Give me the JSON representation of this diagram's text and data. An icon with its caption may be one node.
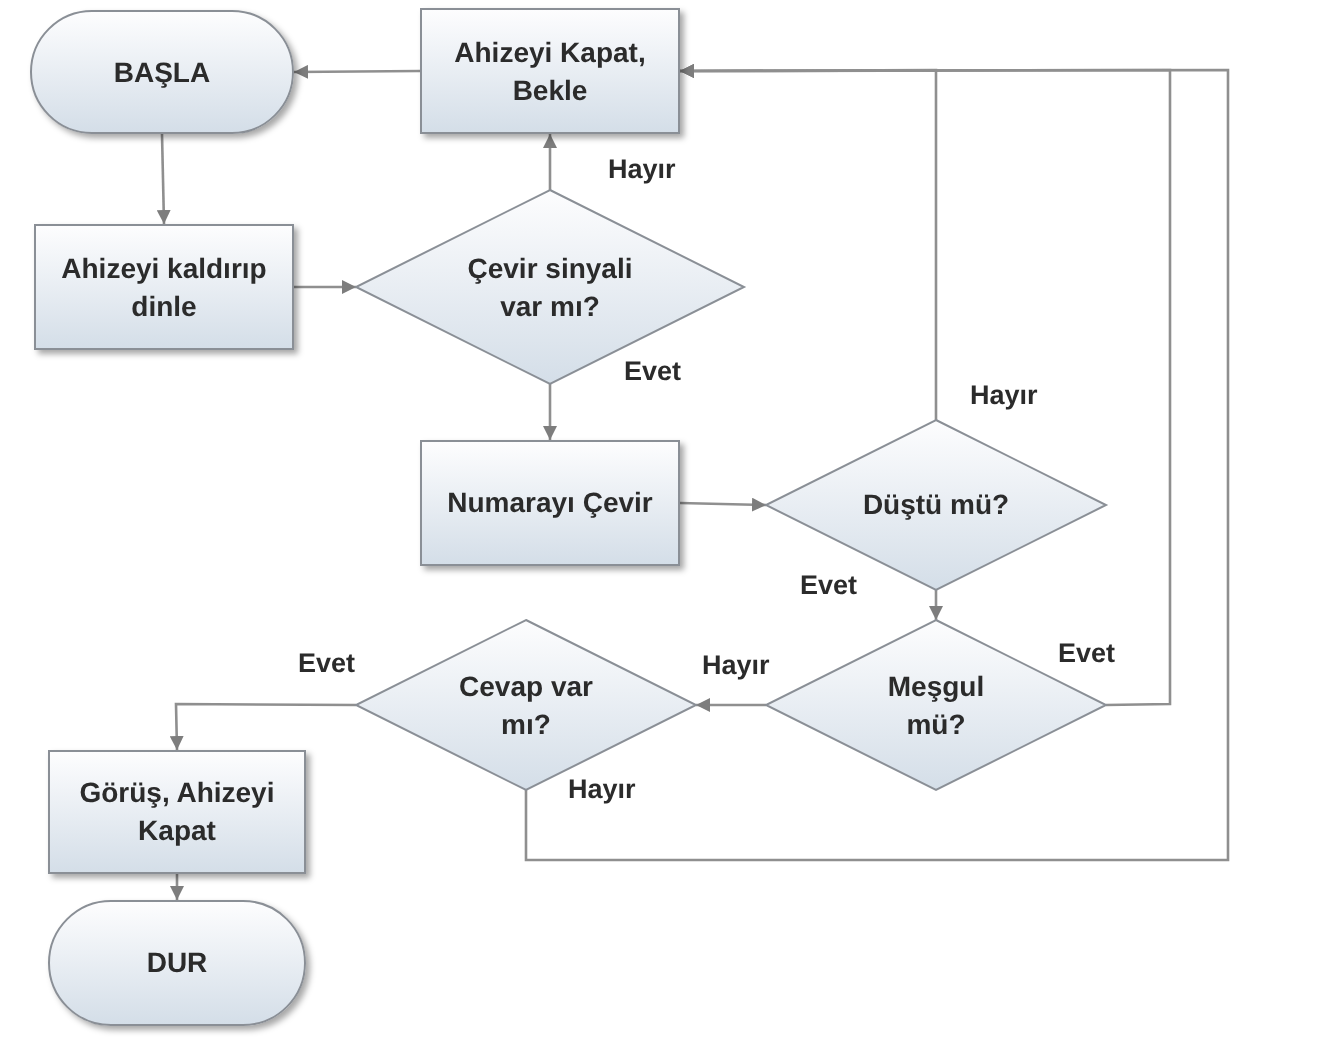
{
  "diagram": {
    "nodes": [
      {
        "text": [
          "BAŞLA"
        ]
      },
      {
        "text": [
          "Ahizeyi Kapat, Bekle"
        ]
      },
      {
        "text": [
          "Ahizeyi kaldırıp dinle"
        ]
      },
      {
        "text": [
          "Çevir sinyali var mı?"
        ]
      },
      {
        "text": [
          "Numarayı Çevir"
        ]
      },
      {
        "text": [
          "Düştü mü?"
        ]
      },
      {
        "text": [
          "Meşgul mü?"
        ]
      },
      {
        "text": [
          "Cevap var mı?"
        ]
      },
      {
        "text": [
          "Görüş, Ahizeyi Kapat"
        ]
      },
      {
        "text": [
          "DUR"
        ]
      }
    ],
    "edges": [
      {
        "from": 1,
        "to": 0,
        "arrow": "to"
      },
      {
        "from": 0,
        "to": 2,
        "arrow": "to"
      },
      {
        "from": 2,
        "to": 3,
        "arrow": "to"
      },
      {
        "from": 3,
        "to": 1,
        "arrow": "to",
        "label": "Hayır"
      },
      {
        "from": 3,
        "to": 4,
        "arrow": "to",
        "label": "Evet"
      },
      {
        "from": 4,
        "to": 5,
        "arrow": "to"
      },
      {
        "from": 5,
        "to": 1,
        "arrow": "to",
        "label": "Hayır"
      },
      {
        "from": 5,
        "to": 6,
        "arrow": "to",
        "label": "Evet"
      },
      {
        "from": 6,
        "to": 1,
        "arrow": "to",
        "label": "Evet"
      },
      {
        "from": 6,
        "to": 7,
        "arrow": "to",
        "label": "Hayır"
      },
      {
        "from": 7,
        "to": 8,
        "arrow": "to",
        "label": "Evet"
      },
      {
        "from": 7,
        "to": 1,
        "arrow": "to",
        "label": "Hayır"
      },
      {
        "from": 8,
        "to": 9,
        "arrow": "to"
      }
    ]
  }
}
